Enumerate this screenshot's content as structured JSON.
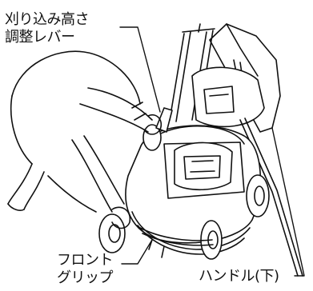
{
  "labels": {
    "cut_height_line1": "刈り込み高さ",
    "cut_height_line2": "調整レバー",
    "front_grip_line1": "フロント",
    "front_grip_line2": "グリップ",
    "handle_lower": "ハンドル(下)"
  }
}
